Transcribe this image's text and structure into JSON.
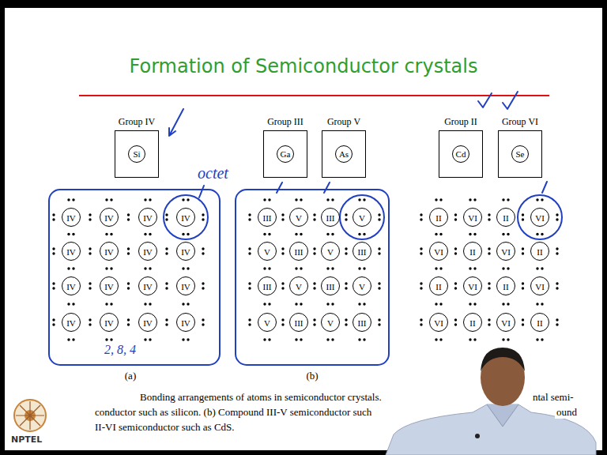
{
  "diagram": {
    "title": "Formation of Semiconductor crystals",
    "nodes": [
      {
        "text": [
          "Group IV",
          "Si"
        ]
      },
      {
        "text": [
          "Group III",
          "Ga"
        ]
      },
      {
        "text": [
          "Group V",
          "As"
        ]
      },
      {
        "text": [
          "Group II",
          "Cd"
        ]
      },
      {
        "text": [
          "Group VI",
          "Se"
        ]
      },
      {
        "text": [
          "IV"
        ]
      },
      {
        "text": [
          "IV"
        ]
      },
      {
        "text": [
          "IV"
        ]
      },
      {
        "text": [
          "IV"
        ]
      },
      {
        "text": [
          "IV"
        ]
      },
      {
        "text": [
          "IV"
        ]
      },
      {
        "text": [
          "IV"
        ]
      },
      {
        "text": [
          "IV"
        ]
      },
      {
        "text": [
          "IV"
        ]
      },
      {
        "text": [
          "IV"
        ]
      },
      {
        "text": [
          "IV"
        ]
      },
      {
        "text": [
          "IV"
        ]
      },
      {
        "text": [
          "IV"
        ]
      },
      {
        "text": [
          "IV"
        ]
      },
      {
        "text": [
          "IV"
        ]
      },
      {
        "text": [
          "IV"
        ]
      },
      {
        "text": [
          "III"
        ]
      },
      {
        "text": [
          "V"
        ]
      },
      {
        "text": [
          "III"
        ]
      },
      {
        "text": [
          "V"
        ]
      },
      {
        "text": [
          "V"
        ]
      },
      {
        "text": [
          "III"
        ]
      },
      {
        "text": [
          "V"
        ]
      },
      {
        "text": [
          "III"
        ]
      },
      {
        "text": [
          "III"
        ]
      },
      {
        "text": [
          "V"
        ]
      },
      {
        "text": [
          "III"
        ]
      },
      {
        "text": [
          "V"
        ]
      },
      {
        "text": [
          "V"
        ]
      },
      {
        "text": [
          "III"
        ]
      },
      {
        "text": [
          "V"
        ]
      },
      {
        "text": [
          "III"
        ]
      },
      {
        "text": [
          "II"
        ]
      },
      {
        "text": [
          "VI"
        ]
      },
      {
        "text": [
          "II"
        ]
      },
      {
        "text": [
          "VI"
        ]
      },
      {
        "text": [
          "VI"
        ]
      },
      {
        "text": [
          "II"
        ]
      },
      {
        "text": [
          "VI"
        ]
      },
      {
        "text": [
          "II"
        ]
      },
      {
        "text": [
          "II"
        ]
      },
      {
        "text": [
          "VI"
        ]
      },
      {
        "text": [
          "II"
        ]
      },
      {
        "text": [
          "VI"
        ]
      },
      {
        "text": [
          "VI"
        ]
      },
      {
        "text": [
          "II"
        ]
      },
      {
        "text": [
          "VI"
        ]
      },
      {
        "text": [
          "II"
        ]
      }
    ],
    "labels": [
      "octet",
      "2, 8, 4",
      "(a)",
      "(b)",
      "Bonding arrangements of atoms in semiconductor crystals.",
      "ntal semi-",
      "conductor such as silicon. (b) Compound III-V semiconductor such",
      "ound",
      "II-VI semiconductor such as CdS.",
      "NPTEL"
    ]
  }
}
